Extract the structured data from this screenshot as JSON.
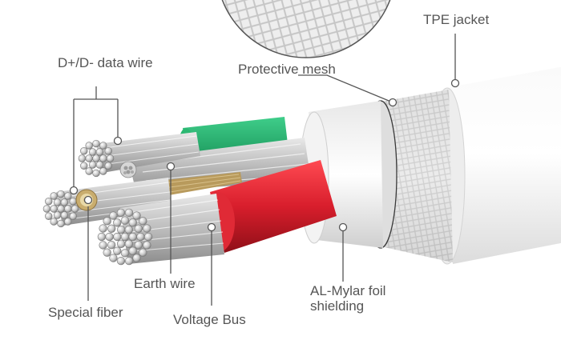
{
  "labels": {
    "tpe_jacket": "TPE jacket",
    "protective_mesh": "Protective mesh",
    "data_wire": "D+/D- data wire",
    "earth_wire": "Earth wire",
    "special_fiber": "Special fiber",
    "voltage_bus": "Voltage Bus",
    "al_mylar_line1": "AL-Mylar foil",
    "al_mylar_line2": "shielding"
  },
  "colors": {
    "background": "#ffffff",
    "label_text": "#555555",
    "leader_line": "#555555",
    "jacket": "#f1f1f1",
    "green_insulation": "#1fa866",
    "red_insulation": "#d81e2c",
    "conductor": "#c9c9c9",
    "special_fiber": "#b89a5c"
  }
}
